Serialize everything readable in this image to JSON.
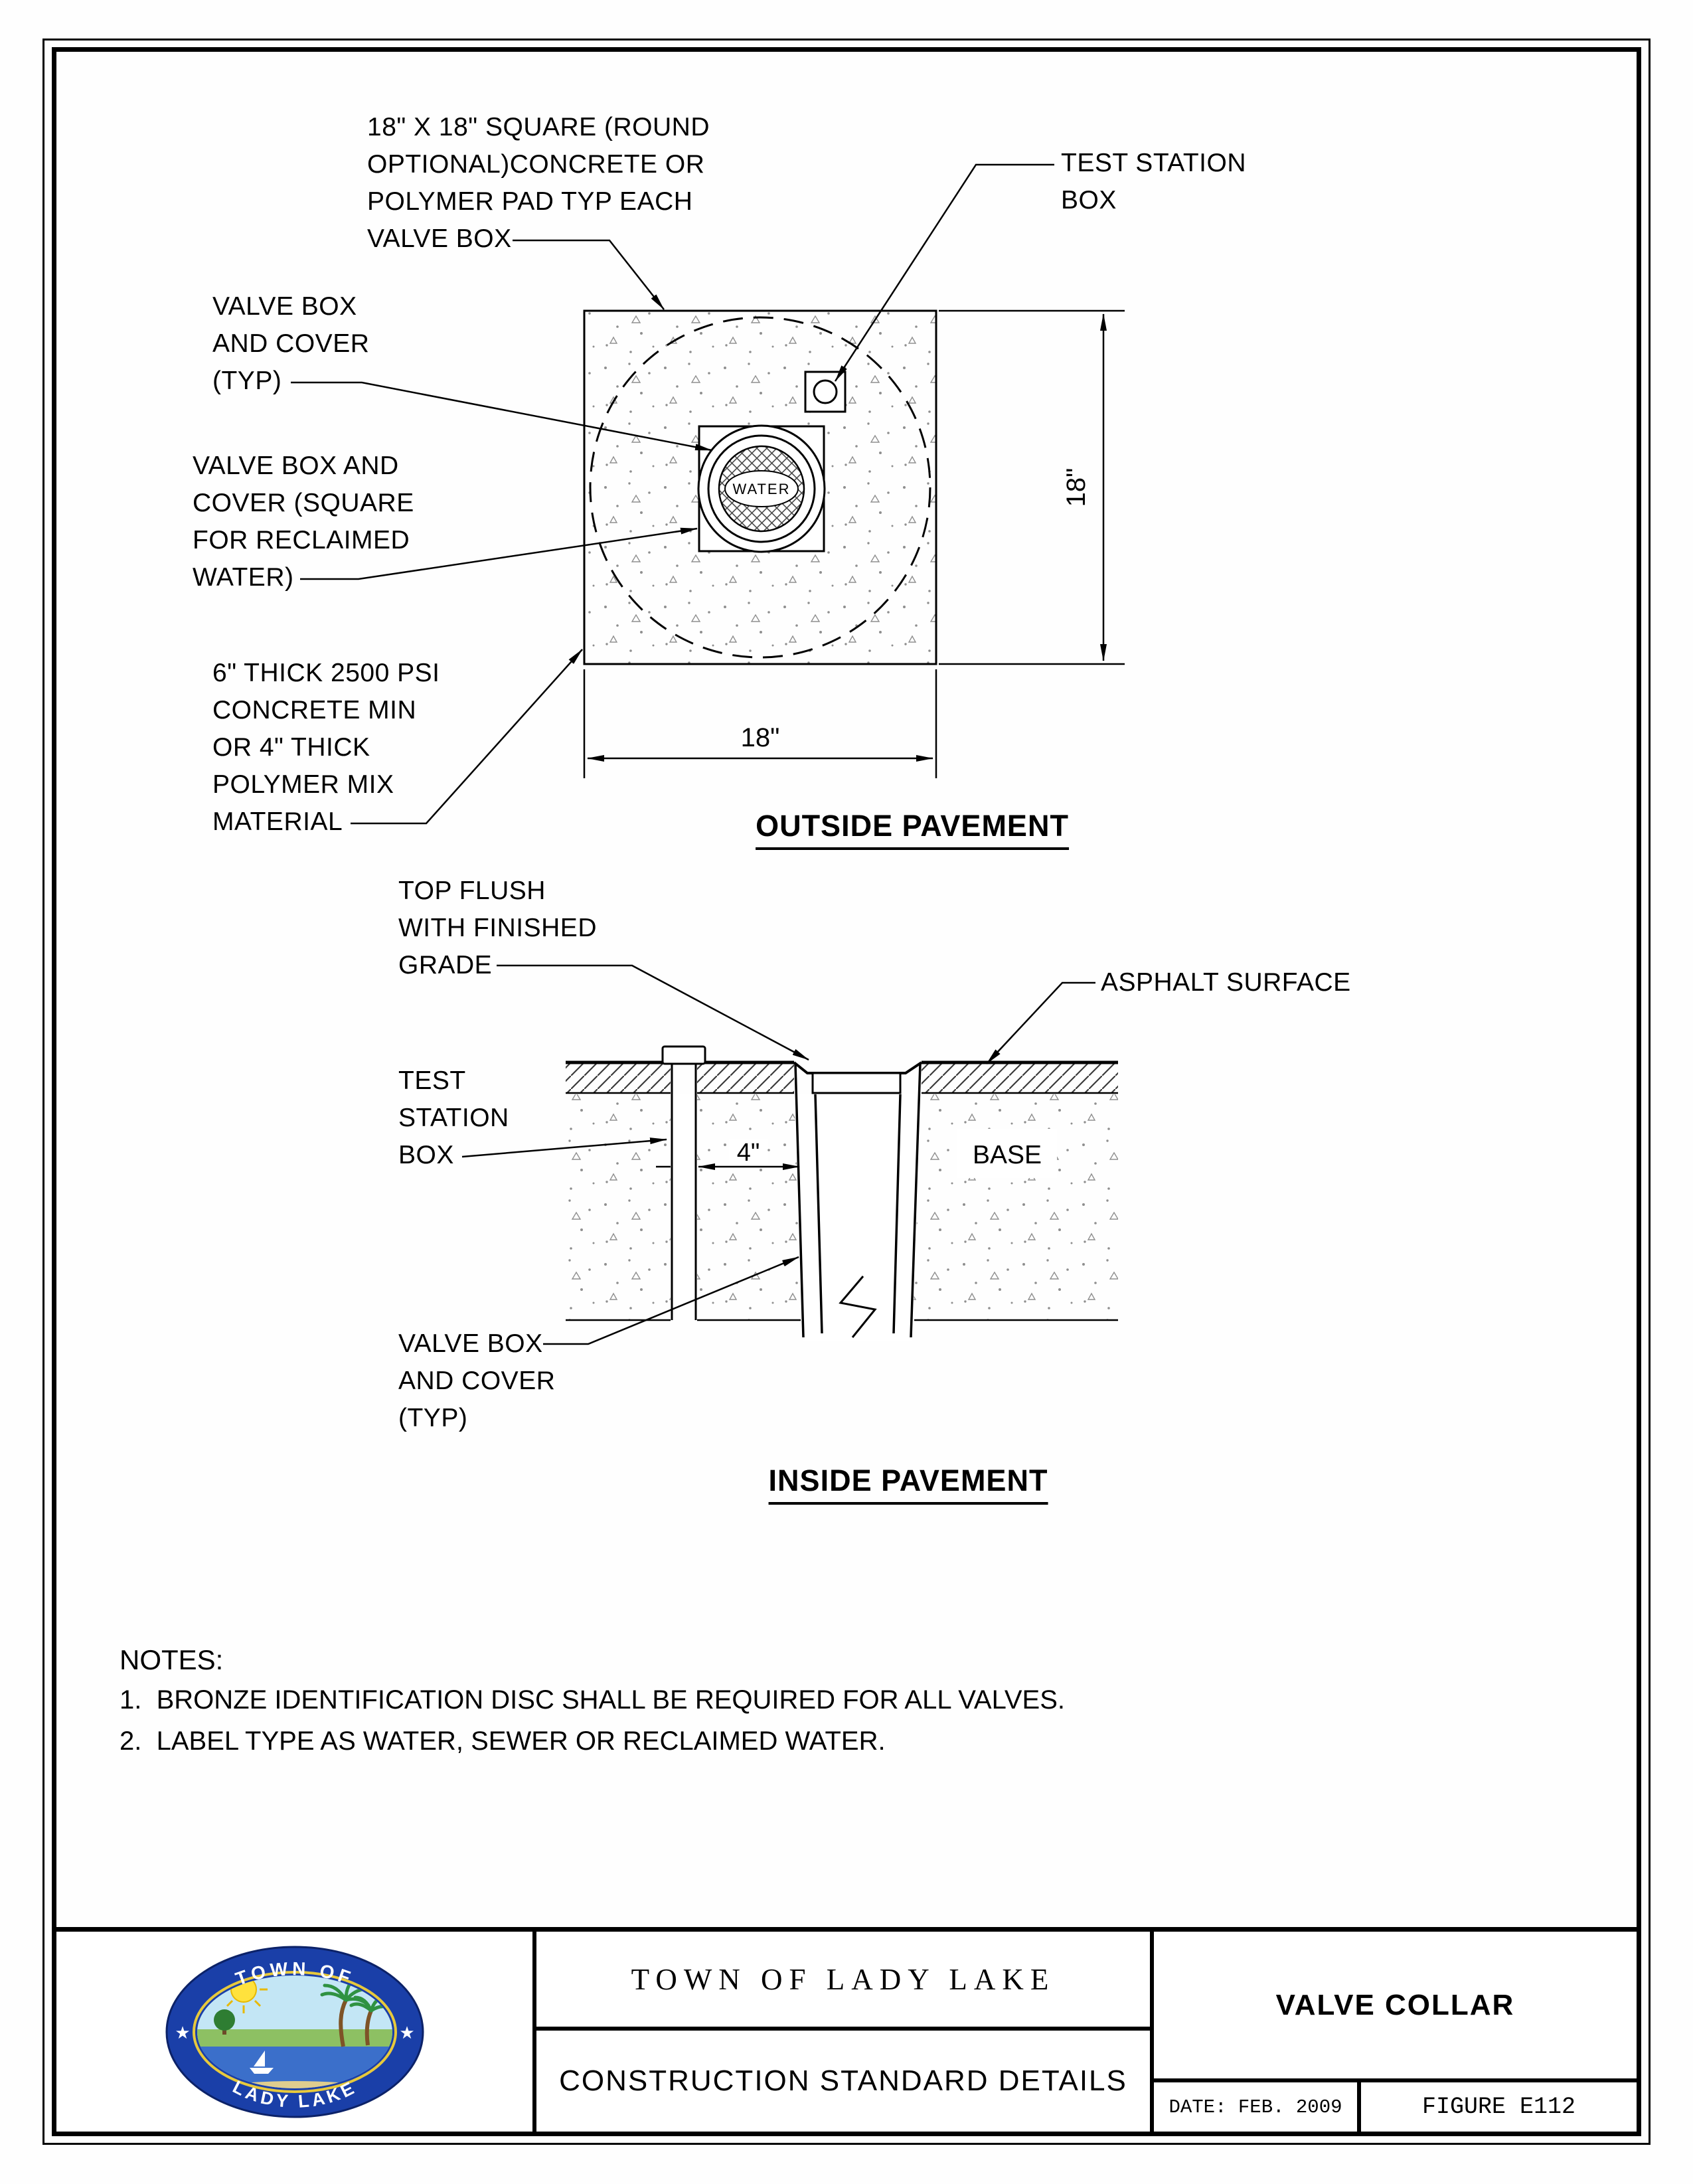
{
  "plan": {
    "pad_note": "18\" X 18\" SQUARE (ROUND\nOPTIONAL)CONCRETE OR\nPOLYMER PAD TYP EACH\nVALVE BOX",
    "test_station_label": "TEST STATION\nBOX",
    "valve_box_typ_label": "VALVE BOX\nAND COVER\n(TYP)",
    "valve_box_reclaimed_label": "VALVE BOX AND\nCOVER (SQUARE\nFOR RECLAIMED\nWATER)",
    "concrete_note": "6\" THICK 2500 PSI\nCONCRETE MIN\nOR 4\" THICK\nPOLYMER MIX\nMATERIAL",
    "water_label": "WATER",
    "dim_width": "18\"",
    "dim_height": "18\"",
    "title": "OUTSIDE PAVEMENT"
  },
  "section": {
    "top_flush_label": "TOP FLUSH\nWITH FINISHED\nGRADE",
    "asphalt_label": "ASPHALT SURFACE",
    "test_station_label": "TEST\nSTATION\nBOX",
    "dim_gap": "4\"",
    "base_label": "BASE",
    "valve_box_label": "VALVE BOX\nAND COVER\n(TYP)",
    "title": "INSIDE PAVEMENT"
  },
  "notes": {
    "heading": "NOTES:",
    "items": [
      "1.  BRONZE IDENTIFICATION DISC SHALL BE REQUIRED FOR ALL VALVES.",
      "2.  LABEL TYPE AS WATER, SEWER OR RECLAIMED WATER."
    ]
  },
  "titleblock": {
    "agency": "TOWN OF LADY LAKE",
    "series": "CONSTRUCTION STANDARD DETAILS",
    "sheet_title": "VALVE COLLAR",
    "date": "DATE: FEB. 2009",
    "figure": "FIGURE E112"
  },
  "logo": {
    "top_text": "TOWN OF",
    "bottom_text": "LADY LAKE",
    "star": "★"
  },
  "colors": {
    "drawing_line": "#000000",
    "logo_blue": "#1a3fa8",
    "logo_gold": "#e7c93c",
    "logo_water": "#3b6fca"
  }
}
